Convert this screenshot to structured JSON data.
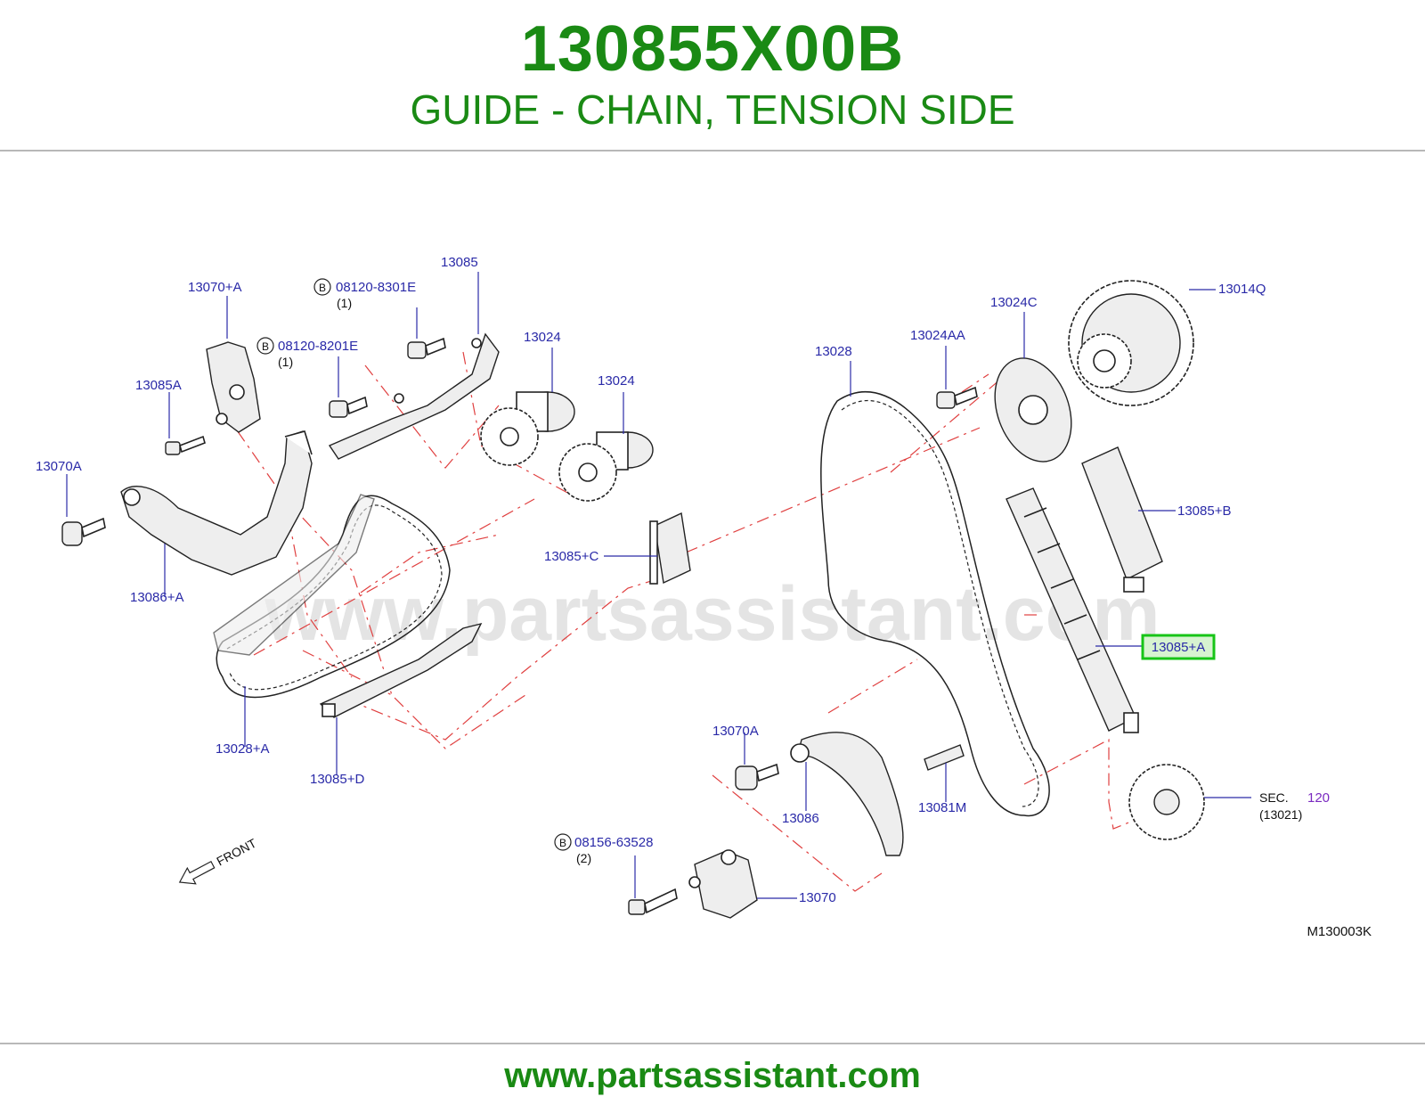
{
  "header": {
    "part_number": "130855X00B",
    "part_name": "GUIDE - CHAIN, TENSION SIDE"
  },
  "diagram": {
    "watermark": "www.partsassistant.com",
    "drawing_code": "M130003K",
    "front_label": "FRONT",
    "labels": {
      "l13070A_top": "13070+A",
      "l13085A": "13085A",
      "l13070A_left": "13070A",
      "l13086A": "13086+A",
      "l13085": "13085",
      "l08120_8301E": "08120-8301E",
      "l08120_8301E_qty": "(1)",
      "l08120_8201E": "08120-8201E",
      "l08120_8201E_qty": "(1)",
      "l13024_a": "13024",
      "l13024_b": "13024",
      "l13085C": "13085+C",
      "l13028A": "13028+A",
      "l13085D": "13085+D",
      "l13028": "13028",
      "l13024AA": "13024AA",
      "l13024C": "13024C",
      "l13014Q": "13014Q",
      "l13085B": "13085+B",
      "l13085A_hl": "13085+A",
      "l13070A_mid": "13070A",
      "l13086": "13086",
      "l13081M": "13081M",
      "l08156_63528": "08156-63528",
      "l08156_63528_qty": "(2)",
      "l13070": "13070",
      "sec": "SEC.",
      "sec_num": "120",
      "sec_sub": "(13021)",
      "b_marker": "B"
    },
    "highlight_color": "#17c417"
  },
  "footer": {
    "url": "www.partsassistant.com"
  }
}
